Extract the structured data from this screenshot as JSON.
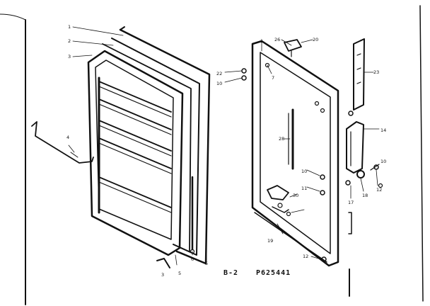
{
  "figure": {
    "section": "B-2",
    "part_number": "P625441"
  },
  "callouts": {
    "door_panel": [
      "1",
      "2",
      "3",
      "4",
      "5",
      "6",
      "5",
      "3"
    ],
    "door_frame": [
      "1",
      "26",
      "20",
      "7",
      "22",
      "10",
      "23",
      "28",
      "14",
      "10",
      "11",
      "17",
      "18",
      "12",
      "10",
      "30",
      "19",
      "12"
    ]
  }
}
